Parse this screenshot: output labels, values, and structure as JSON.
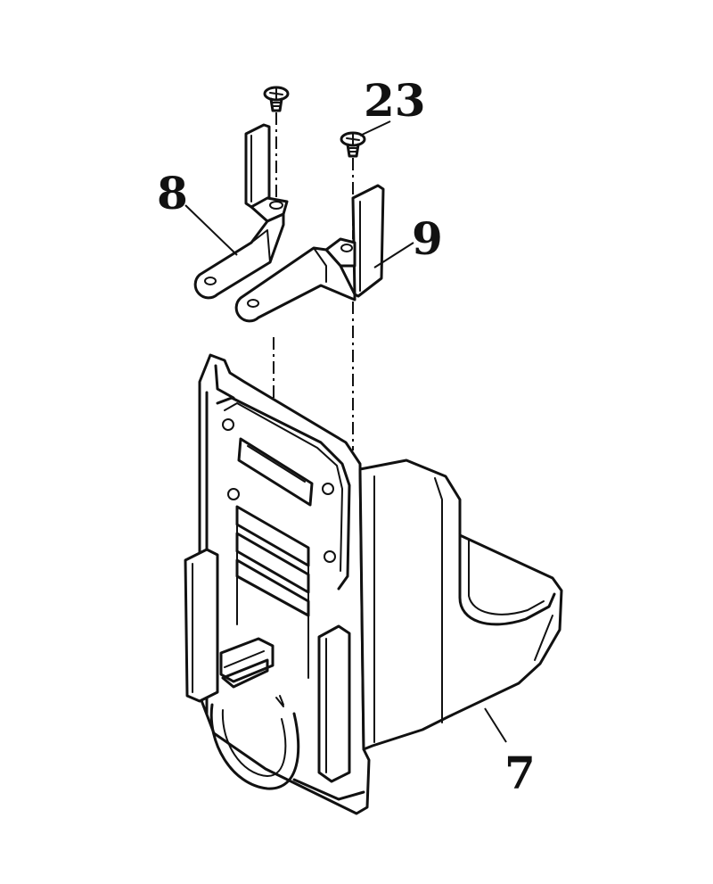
{
  "callouts": {
    "part_7": "7",
    "part_8": "8",
    "part_9": "9",
    "part_23": "23"
  },
  "colors": {
    "ink": "#111111",
    "paper": "#ffffff"
  }
}
